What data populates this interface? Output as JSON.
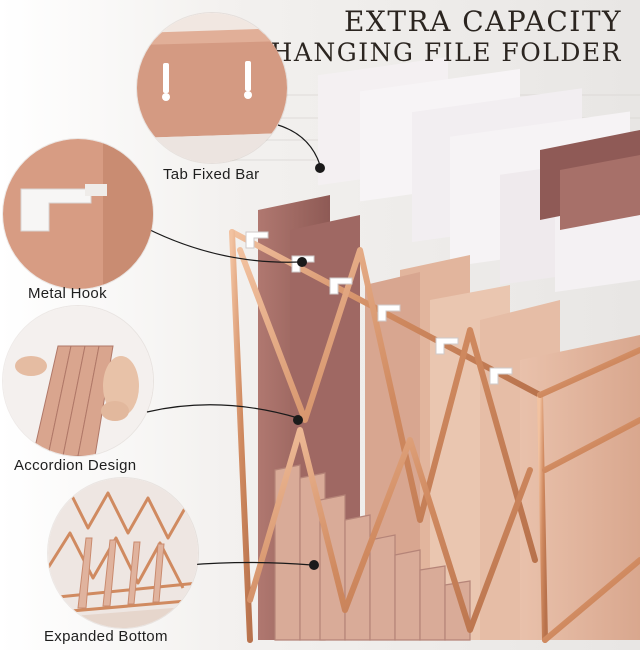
{
  "headline": {
    "line1": "EXTRA CAPACITY",
    "line2": "HANGING FILE FOLDER"
  },
  "callouts": [
    {
      "label": "Tab Fixed Bar",
      "icon": "tab-fixed-bar"
    },
    {
      "label": "Metal Hook",
      "icon": "metal-hook"
    },
    {
      "label": "Accordion Design",
      "icon": "accordion-design"
    },
    {
      "label": "Expanded Bottom",
      "icon": "expanded-bottom"
    }
  ],
  "colors": {
    "rose_gold": "#d89a72",
    "folder_pink": "#d6a48c",
    "folder_mauve": "#9c6660",
    "background": "#f6f4f2",
    "text": "#2b2520"
  }
}
